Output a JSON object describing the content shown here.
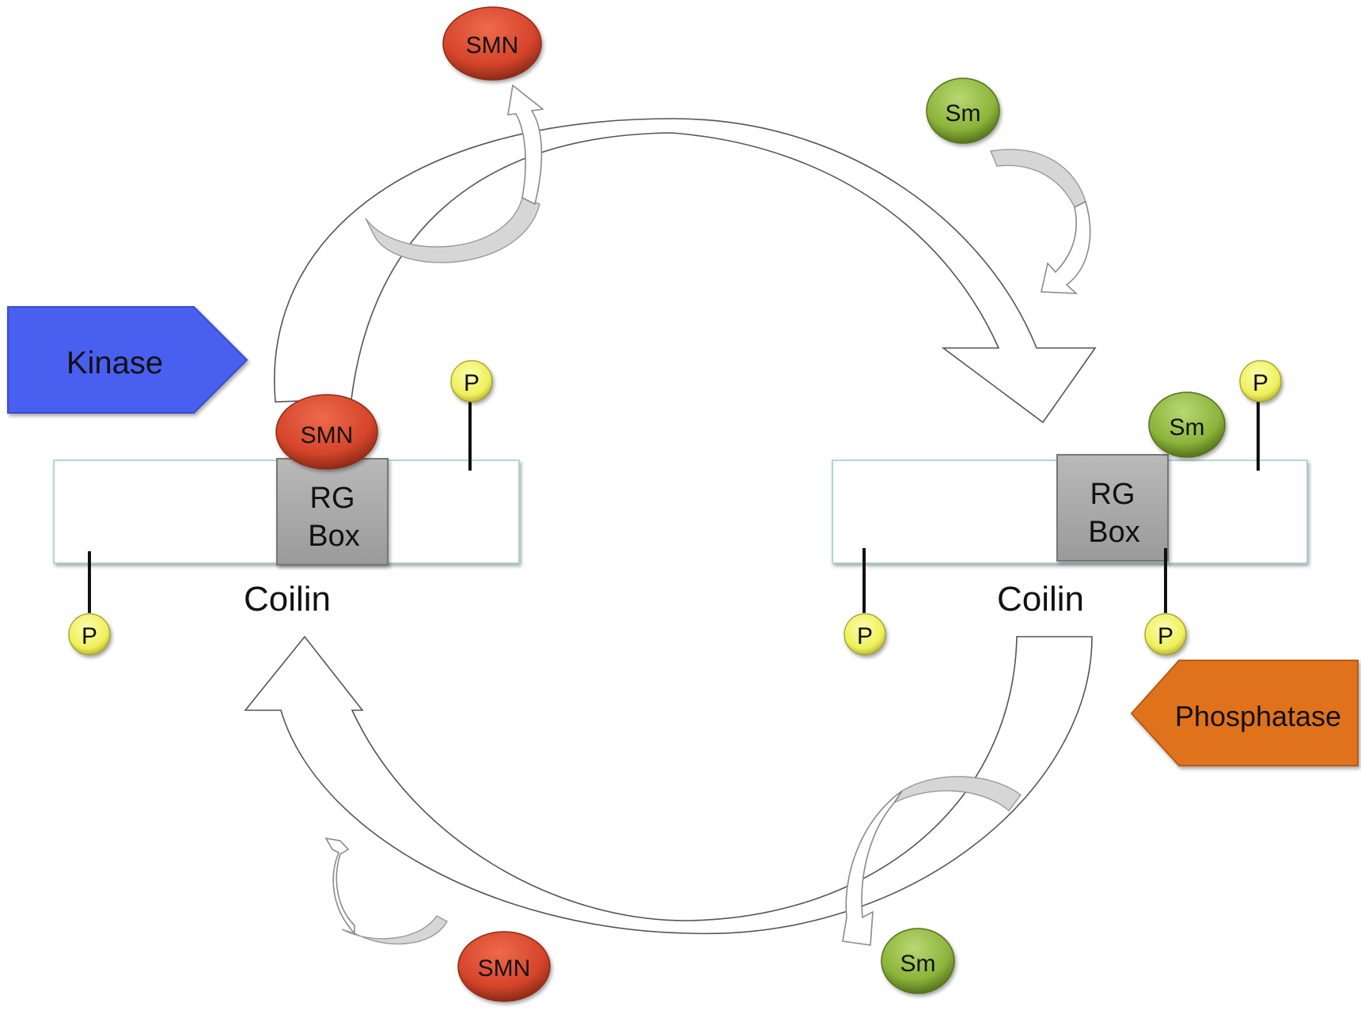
{
  "enzymes": {
    "kinase": {
      "label": "Kinase",
      "color": "#4a5ff0"
    },
    "phosphatase": {
      "label": "Phosphatase",
      "color": "#e0721c"
    }
  },
  "proteins": {
    "smn_label": "SMN",
    "smn_color": "#d94a2e",
    "sm_label": "Sm",
    "sm_color": "#8cb33a",
    "phospho_label": "P",
    "phospho_color": "#f1f26a"
  },
  "coilin_left": {
    "name": "Coilin",
    "domain_line1": "RG",
    "domain_line2": "Box",
    "bound": "SMN"
  },
  "coilin_right": {
    "name": "Coilin",
    "domain_line1": "RG",
    "domain_line2": "Box",
    "bound": "Sm"
  },
  "colors": {
    "rg_box": "#a9a9a9",
    "coilin_bar": "#ffffff"
  }
}
